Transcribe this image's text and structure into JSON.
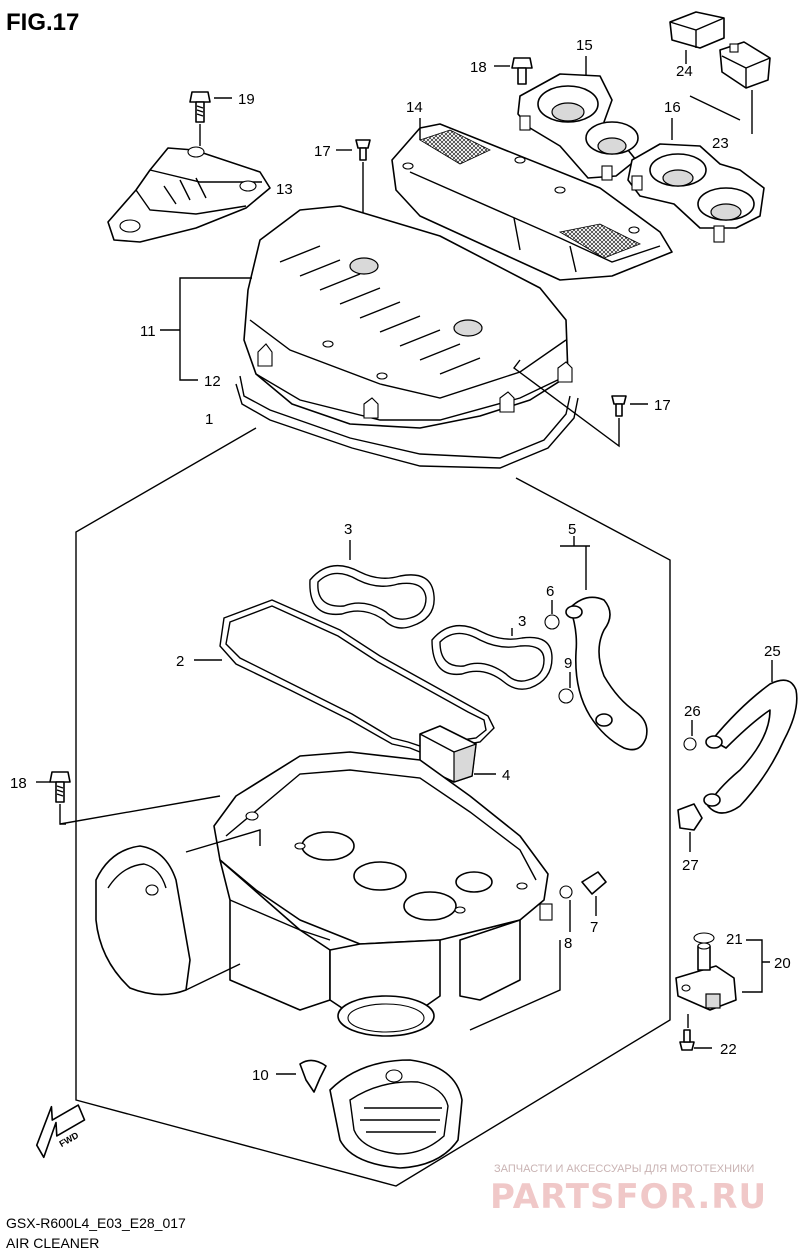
{
  "figure": {
    "title": "FIG.17"
  },
  "footer": {
    "code": "GSX-R600L4_E03_E28_017",
    "name": "AIR CLEANER"
  },
  "watermark": {
    "tagline": "ЗАПЧАСТИ И АКСЕССУАРЫ ДЛЯ МОТОТЕХНИКИ",
    "brand": "PARTSFOR.RU"
  },
  "fwd_label": "FWD",
  "callouts": [
    "1",
    "2",
    "3",
    "3",
    "4",
    "5",
    "6",
    "7",
    "8",
    "9",
    "10",
    "11",
    "12",
    "13",
    "14",
    "15",
    "16",
    "17",
    "17",
    "18",
    "18",
    "19",
    "20",
    "21",
    "22",
    "23",
    "24",
    "25",
    "26",
    "27"
  ],
  "colors": {
    "ink": "#000000",
    "watermark": "#f0c8c8"
  }
}
